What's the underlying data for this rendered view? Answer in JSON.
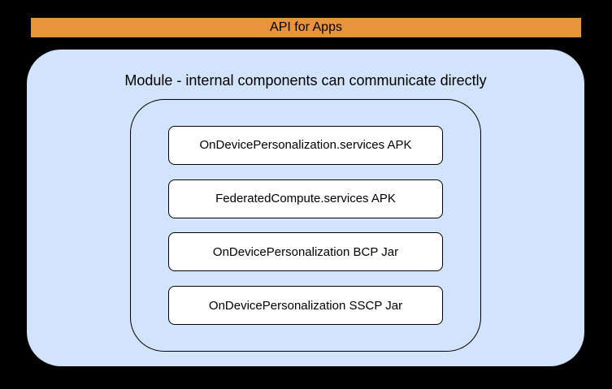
{
  "diagram": {
    "api_bar": {
      "label": "API for Apps",
      "color": "#E8933D"
    },
    "module": {
      "title": "Module - internal components can communicate directly",
      "bg_color": "#D2E3FC",
      "components": [
        {
          "label": "OnDevicePersonalization.services APK"
        },
        {
          "label": "FederatedCompute.services APK"
        },
        {
          "label": "OnDevicePersonalization BCP Jar"
        },
        {
          "label": "OnDevicePersonalization SSCP Jar"
        }
      ]
    }
  }
}
